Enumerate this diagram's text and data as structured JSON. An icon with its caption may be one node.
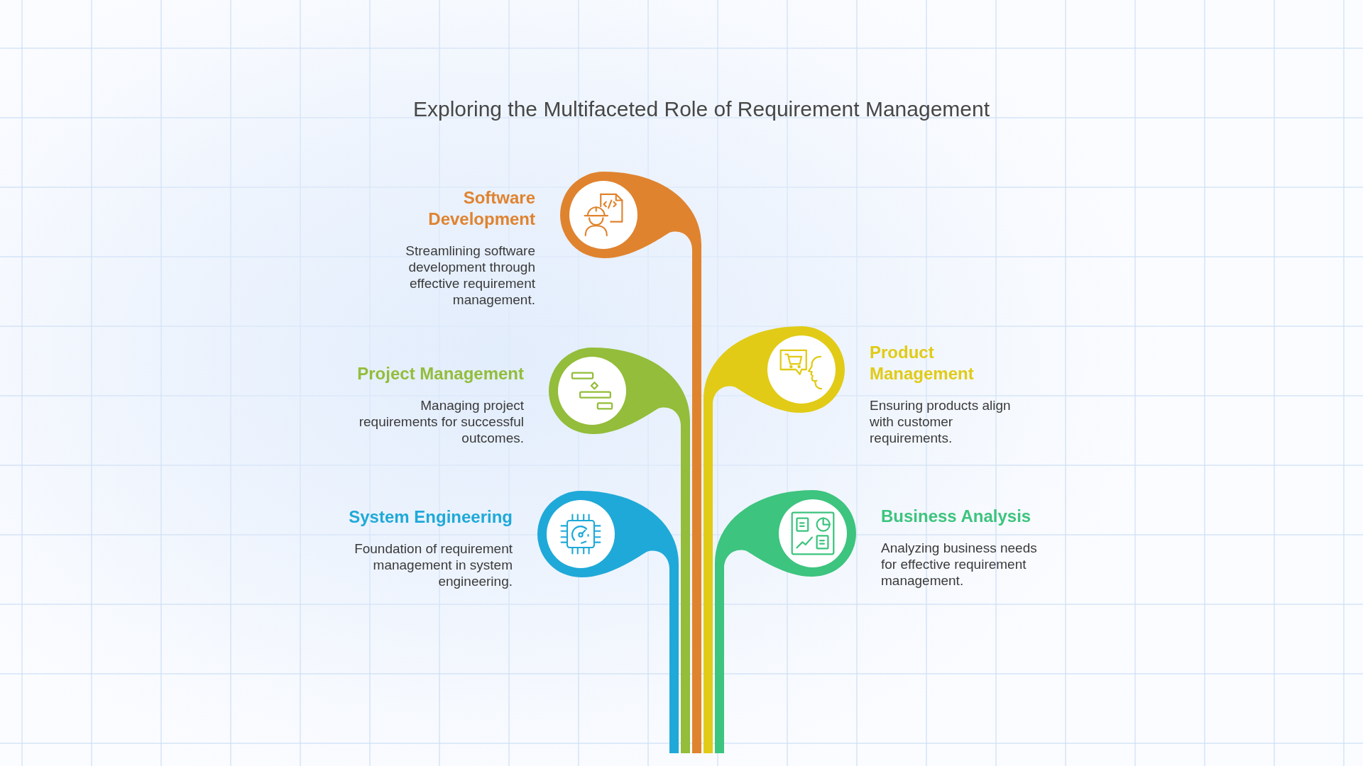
{
  "diagram": {
    "title": "Exploring the Multifaceted Role of Requirement Management",
    "nodes": [
      {
        "text": [
          "Software Development",
          "Streamlining software development through effective requirement management."
        ]
      },
      {
        "text": [
          "Project Management",
          "Managing project requirements for successful outcomes."
        ]
      },
      {
        "text": [
          "Product Management",
          "Ensuring products align with customer requirements."
        ]
      },
      {
        "text": [
          "System Engineering",
          "Foundation of requirement management in system engineering."
        ]
      },
      {
        "text": [
          "Business Analysis",
          "Analyzing business needs for effective requirement management."
        ]
      }
    ]
  }
}
